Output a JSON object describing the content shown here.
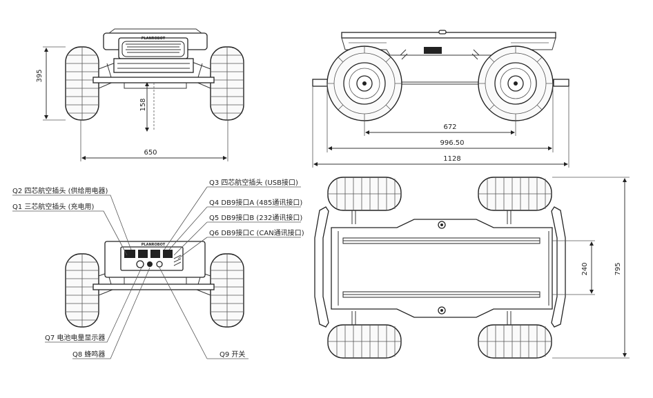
{
  "brand": "PLANROBOT",
  "dimensions": {
    "front_height": "395",
    "ground_clearance": "158",
    "front_width": "650",
    "wheelbase": "672",
    "track_length": "996.50",
    "total_length": "1128",
    "top_width": "795",
    "top_inner": "240"
  },
  "callouts": {
    "q3": "Q3 四芯航空插头 (USB接口)",
    "q4": "Q4 DB9接口A (485通讯接口)",
    "q5": "Q5 DB9接口B (232通讯接口)",
    "q6": "Q6 DB9接口C (CAN通讯接口)",
    "q2": "Q2 四芯航空插头 (供给用电器)",
    "q1": "Q1 三芯航空插头 (充电用)",
    "q7": "Q7 电池电量显示器",
    "q8": "Q8 蜂鸣器",
    "q9": "Q9 开关"
  }
}
